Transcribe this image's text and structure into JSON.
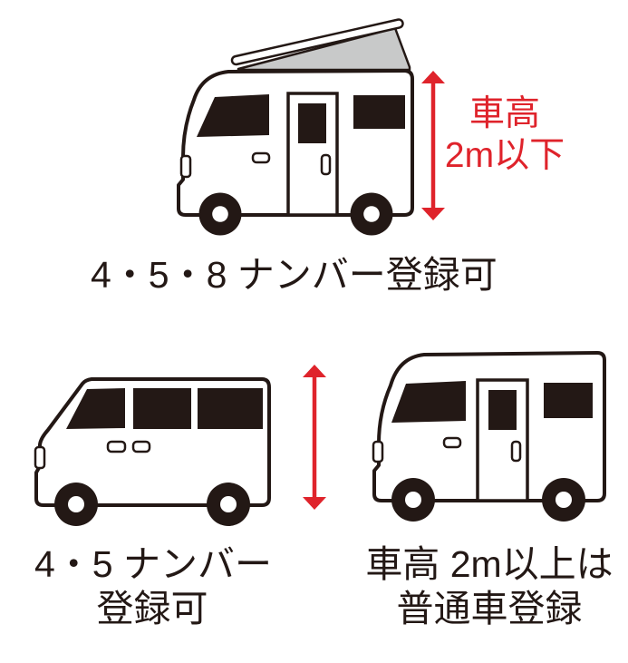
{
  "colors": {
    "ink": "#231815",
    "red": "#df232b",
    "popup_roof_gray": "#c8c9c9",
    "background": "#ffffff"
  },
  "top_section": {
    "vehicle": "popup-roof-camper",
    "height_label_line1": "車高",
    "height_label_line2": "2m以下",
    "caption": "4・5・8 ナンバー登録可"
  },
  "bottom_left_section": {
    "vehicle": "van",
    "caption_line1": "4・5 ナンバー",
    "caption_line2": "登録可"
  },
  "bottom_right_section": {
    "vehicle": "camper",
    "caption_line1": "車高 2m以上は",
    "caption_line2": "普通車登録"
  }
}
